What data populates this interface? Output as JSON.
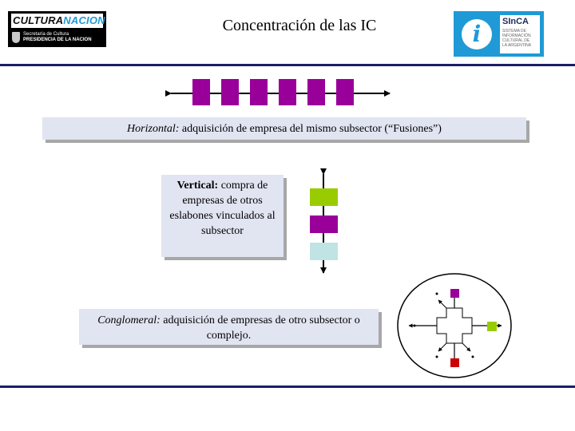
{
  "slide": {
    "title": "Concentración de las IC"
  },
  "logos": {
    "cultura": {
      "brand_part1": "CULTURA",
      "brand_part2": "NACION",
      "line1": "Secretaría de Cultura",
      "line2": "PRESIDENCIA DE LA NACION",
      "brand_color": "#1f9ad6"
    },
    "sinca": {
      "symbol": "i",
      "name": "SInCA",
      "tagline": "SISTEMA DE\nINFORMACIÓN\nCULTURAL DE\nLA ARGENTINA",
      "color": "#1f9ad6"
    }
  },
  "horizontal": {
    "term": "Horizontal:",
    "text": " adquisición de empresa del  mismo subsector (“Fusiones”)",
    "squares": 6,
    "square_color": "#990099"
  },
  "vertical": {
    "term": "Vertical:",
    "text": " compra de empresas de otros eslabones vinculados al subsector",
    "square_colors": [
      "#99cc00",
      "#990099",
      "#c0e4e4"
    ]
  },
  "conglomeral": {
    "term": "Conglomeral:",
    "text": " adquisición de empresas de otro subsector o complejo.",
    "square_colors": {
      "top": "#990099",
      "right": "#99cc00",
      "bottom": "#cc0000"
    }
  },
  "colors": {
    "box_fill": "#e1e4f1",
    "box_shadow": "#a7a7a7",
    "rule": "#1b1f66"
  }
}
